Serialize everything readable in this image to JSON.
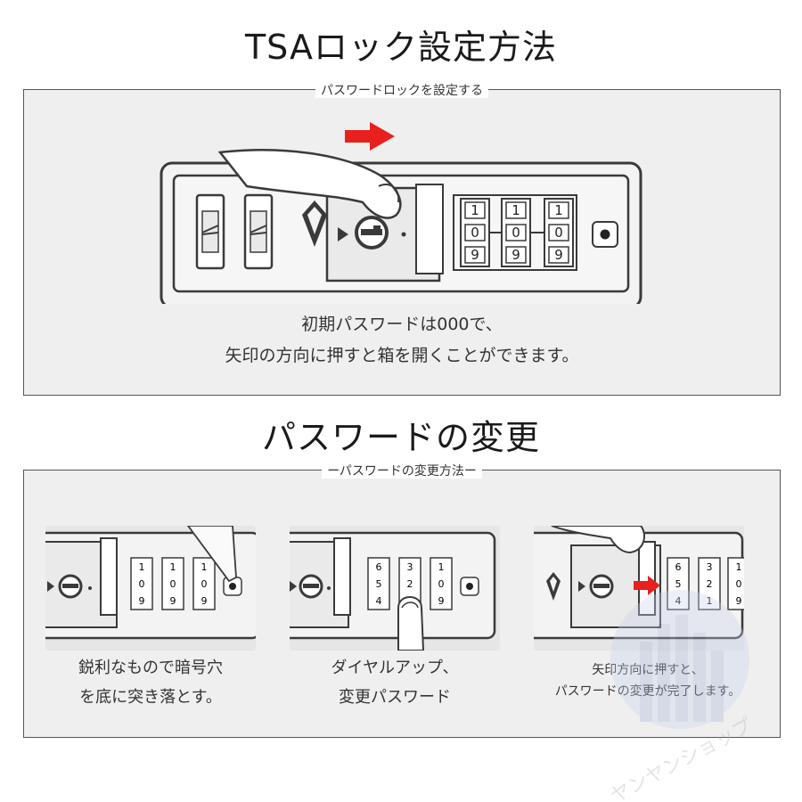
{
  "section1": {
    "title": "TSAロック設定方法",
    "label": "パスワードロックを設定する",
    "caption_line1": "初期パスワードは000で、",
    "caption_line2": "矢印の方向に押すと箱を開くことができます。"
  },
  "section2": {
    "title": "パスワードの変更",
    "label": "ーパスワードの変更方法ー",
    "steps": [
      {
        "line1": "鋭利なもので暗号穴",
        "line2": "を底に突き落とす。"
      },
      {
        "line1": "ダイヤルアップ、",
        "line2": "変更パスワード"
      },
      {
        "line1": "矢印方向に押すと、",
        "line2": "パスワードの変更が完了します。"
      }
    ]
  },
  "watermark": {
    "text": "ヤンヤンショップ"
  },
  "colors": {
    "arrow": "#e8201e",
    "outline": "#3a3a3a",
    "panel_bg": "#efefef"
  },
  "icons": [
    "hand-pointer-icon",
    "arrow-right-icon",
    "keyhole-icon",
    "diamond-logo-icon",
    "reset-hole-icon",
    "pin-tool-icon"
  ]
}
